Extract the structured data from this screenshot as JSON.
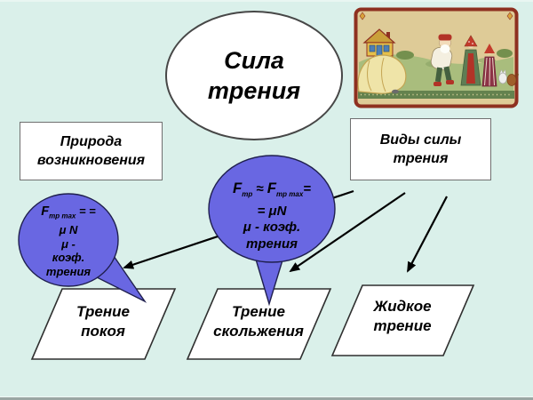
{
  "slide": {
    "colors": {
      "background": "#daf0ea",
      "bubble_fill": "#6967e2",
      "shape_fill": "#ffffff",
      "picture_frame_red": "#8e3020"
    },
    "title": {
      "line1": "Сила",
      "line2": "трения"
    },
    "picture": {
      "name": "repka-fairy-tale-illustration"
    },
    "nature_box": {
      "line1": "Природа",
      "line2": "возникновения"
    },
    "types_box": {
      "line1": "Виды силы",
      "line2": "трения"
    },
    "left_bubble": {
      "formula_f": "F",
      "formula_sub": "тр max",
      "formula_rest": "= =",
      "line2": "μ N",
      "line3": "μ -",
      "line4": "коэф.",
      "line5": "трения"
    },
    "center_bubble": {
      "formula_f1": "F",
      "formula_sub1": "тр",
      "formula_approx": "≈",
      "formula_f2": "F",
      "formula_sub2": "тр max",
      "formula_eq": "=",
      "line2": "= μN",
      "line3": "μ - коэф.",
      "line4": "трения"
    },
    "parallelograms": [
      {
        "line1": "Трение",
        "line2": "покоя"
      },
      {
        "line1": "Трение",
        "line2": "скольжения"
      },
      {
        "line1": "Жидкое",
        "line2": "трение"
      }
    ]
  }
}
